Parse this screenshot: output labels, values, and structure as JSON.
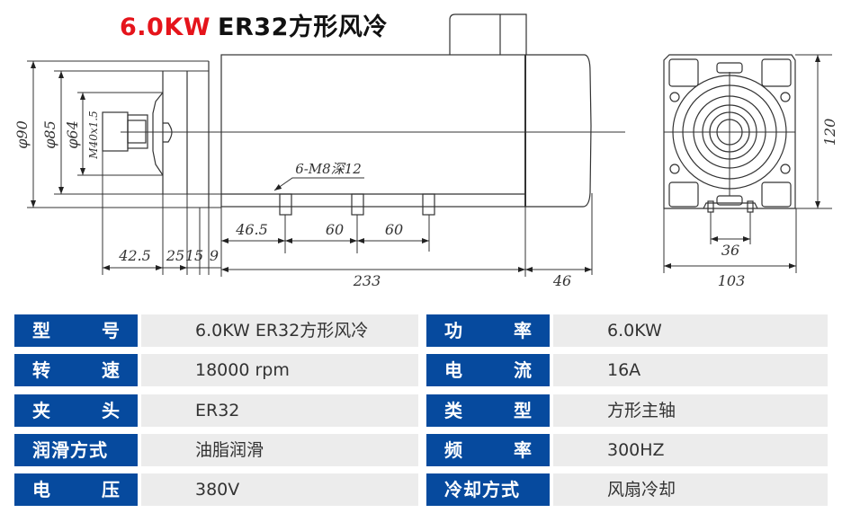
{
  "title": {
    "power": "6.0KW",
    "model": "ER32方形风冷",
    "power_color": "#e5141b"
  },
  "drawing": {
    "dia_90": "φ90",
    "dia_85": "φ85",
    "dia_64": "φ64",
    "thread": "M40x1.5",
    "mount_note": "6-M8深12",
    "dim_42_5": "42.5",
    "dim_25": "25",
    "dim_15": "15",
    "dim_9": "9",
    "dim_46_5": "46.5",
    "dim_60a": "60",
    "dim_60b": "60",
    "dim_233": "233",
    "dim_46": "46",
    "dim_120": "120",
    "dim_36": "36",
    "dim_103": "103"
  },
  "specs": {
    "label_color": "#064a9e",
    "left": [
      {
        "label": [
          "型",
          "号"
        ],
        "value": "6.0KW ER32方形风冷"
      },
      {
        "label": [
          "转",
          "速"
        ],
        "value": "18000 rpm"
      },
      {
        "label": [
          "夹",
          "头"
        ],
        "value": "ER32"
      },
      {
        "label": [
          "润滑方式"
        ],
        "value": "油脂润滑"
      },
      {
        "label": [
          "电",
          "压"
        ],
        "value": "380V"
      }
    ],
    "right": [
      {
        "label": [
          "功",
          "率"
        ],
        "value": "6.0KW"
      },
      {
        "label": [
          "电",
          "流"
        ],
        "value": "16A"
      },
      {
        "label": [
          "类",
          "型"
        ],
        "value": "方形主轴"
      },
      {
        "label": [
          "频",
          "率"
        ],
        "value": "300HZ"
      },
      {
        "label": [
          "冷却方式"
        ],
        "value": "风扇冷却"
      }
    ]
  }
}
